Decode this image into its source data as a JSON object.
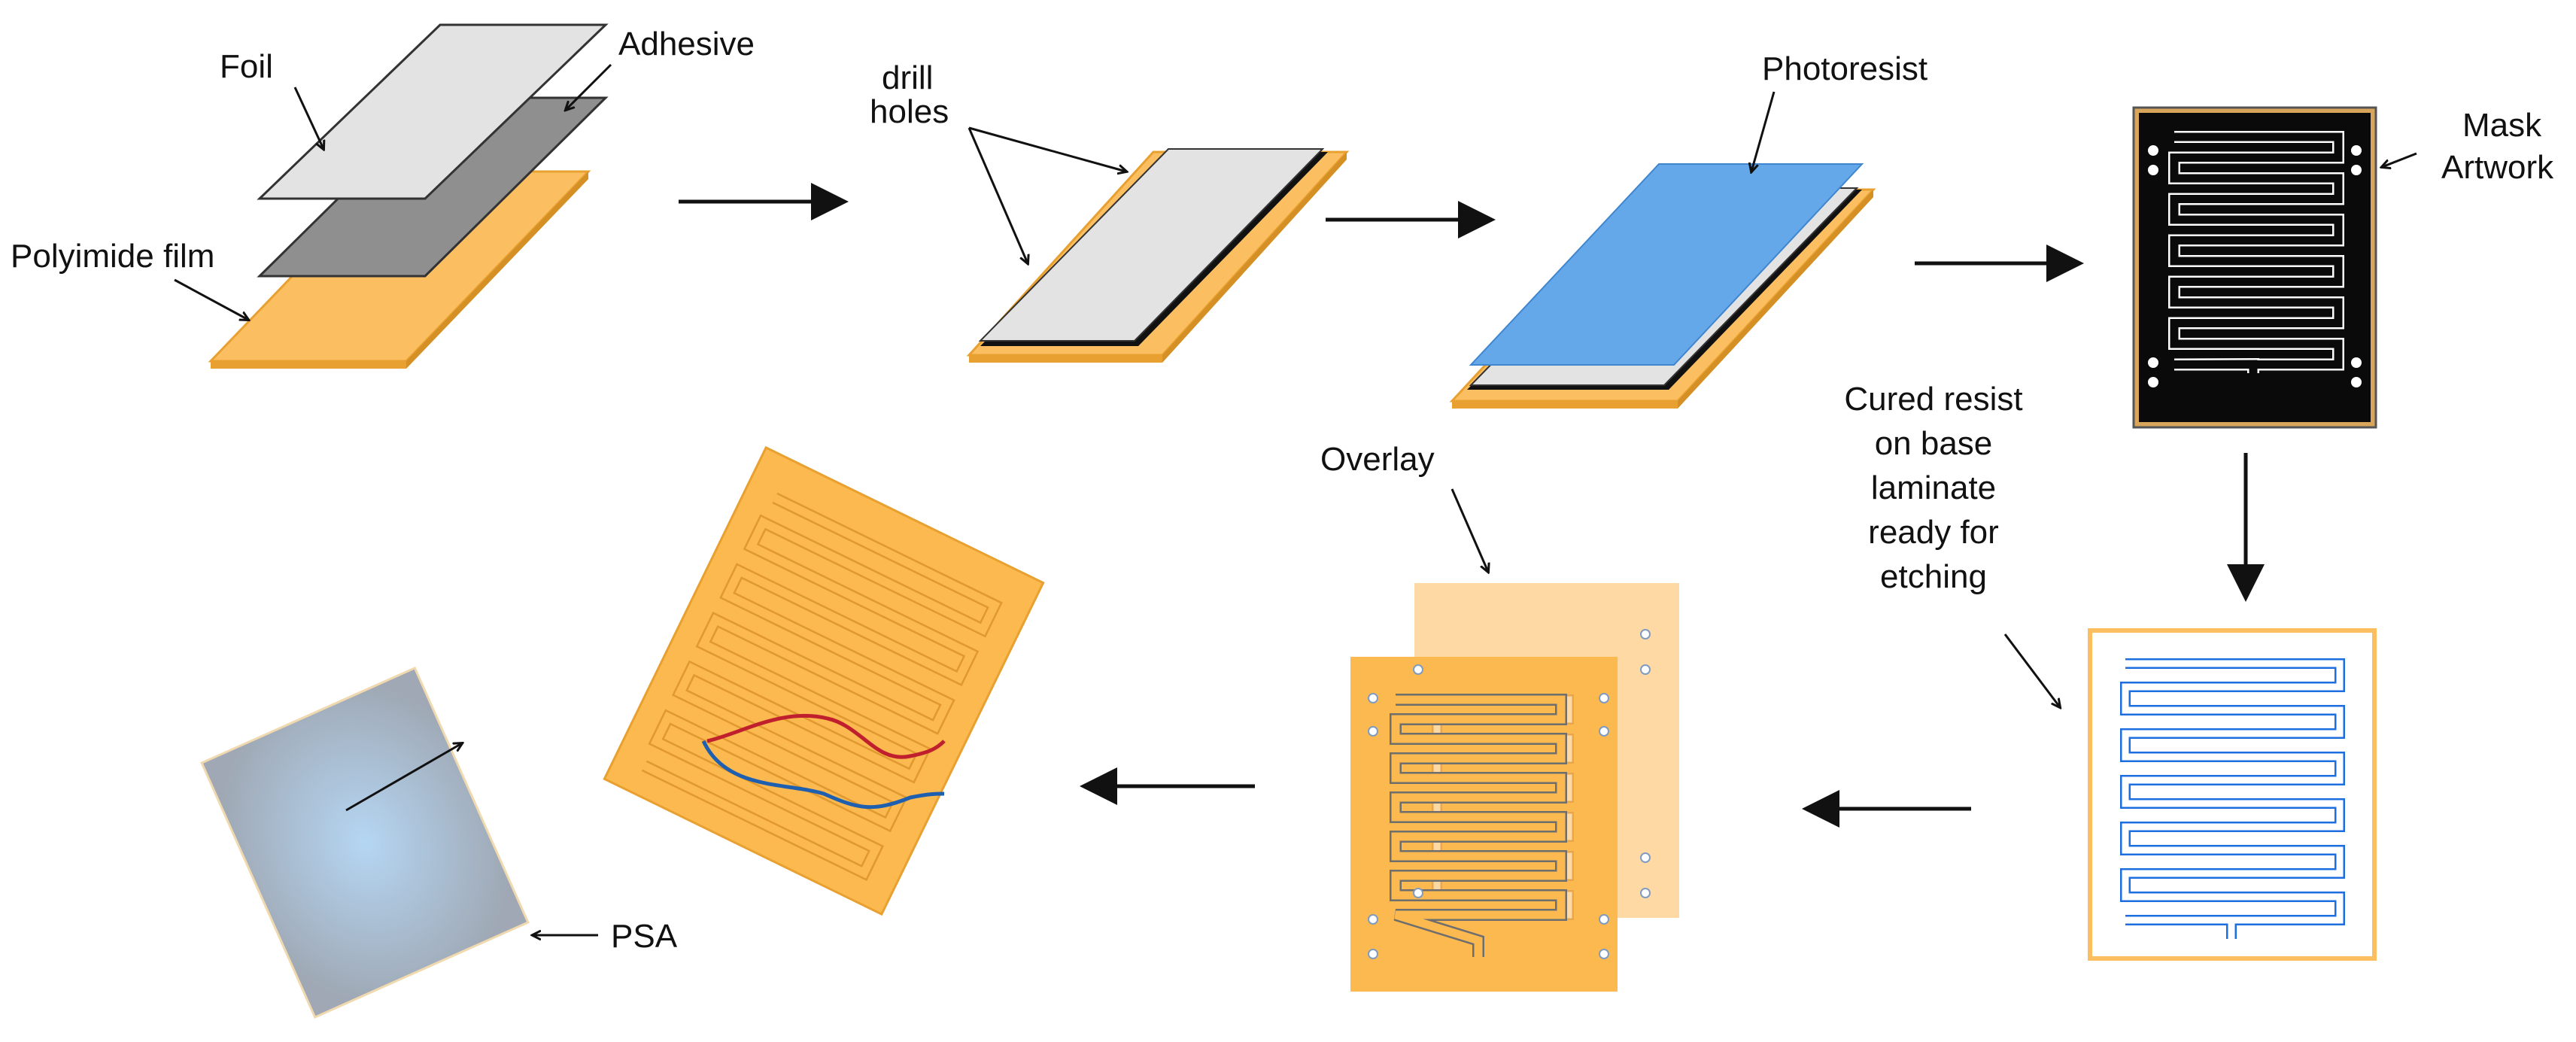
{
  "labels": {
    "foil": "Foil",
    "adhesive": "Adhesive",
    "polyimide": "Polyimide film",
    "drill1": "drill",
    "drill2": "holes",
    "photoresist": "Photoresist",
    "mask1": "Mask",
    "mask2": "Artwork",
    "cured1": "Cured resist",
    "cured2": "on base",
    "cured3": "laminate",
    "cured4": "ready for",
    "cured5": "etching",
    "overlay": "Overlay",
    "psa": "PSA"
  },
  "colors": {
    "polyimide": "#FBBF61",
    "polyimide_edge": "#E8A030",
    "foil": "#E3E3E3",
    "adhesive": "#8F8F8F",
    "photoresist": "#64A8EA",
    "mask_bg": "#0A0A0A",
    "resist_trace": "#1E6EE0",
    "lead_red": "#C0202E",
    "lead_blue": "#1E5FB0",
    "psa_center": "#B5D6F3",
    "psa_edge": "#9FA8B4"
  }
}
